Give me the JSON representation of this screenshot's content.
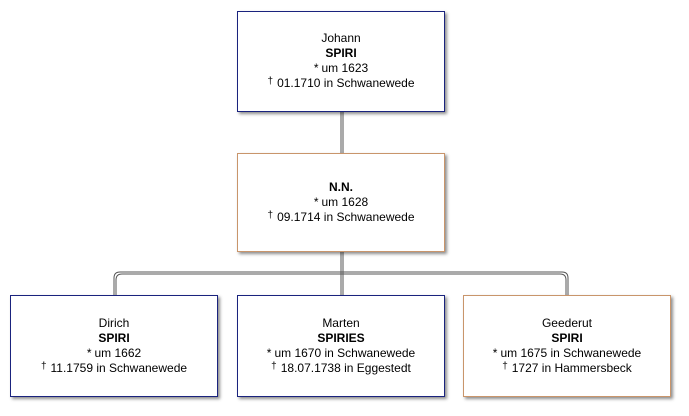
{
  "people": {
    "johann": {
      "given": "Johann",
      "surname": "SPIRI",
      "birth_symbol": "*",
      "birth": "um 1623",
      "death_symbol": "†",
      "death": "01.1710 in Schwanewede"
    },
    "nn": {
      "given": "",
      "surname": "N.N.",
      "birth_symbol": "*",
      "birth": "um 1628",
      "death_symbol": "†",
      "death": "09.1714 in Schwanewede"
    },
    "dirich": {
      "given": "Dirich",
      "surname": "SPIRI",
      "birth_symbol": "*",
      "birth": "um 1662",
      "death_symbol": "†",
      "death": "11.1759 in Schwanewede"
    },
    "marten": {
      "given": "Marten",
      "surname": "SPIRIES",
      "birth_symbol": "*",
      "birth": "um 1670 in Schwanewede",
      "death_symbol": "†",
      "death": "18.07.1738 in Eggestedt"
    },
    "geederut": {
      "given": "Geederut",
      "surname": "SPIRI",
      "birth_symbol": "*",
      "birth": "um 1675 in Schwanewede",
      "death_symbol": "†",
      "death": "1727 in Hammersbeck"
    }
  },
  "colors": {
    "male_border": "#1a237e",
    "female_border": "#c9956b",
    "connector": "#555555"
  }
}
